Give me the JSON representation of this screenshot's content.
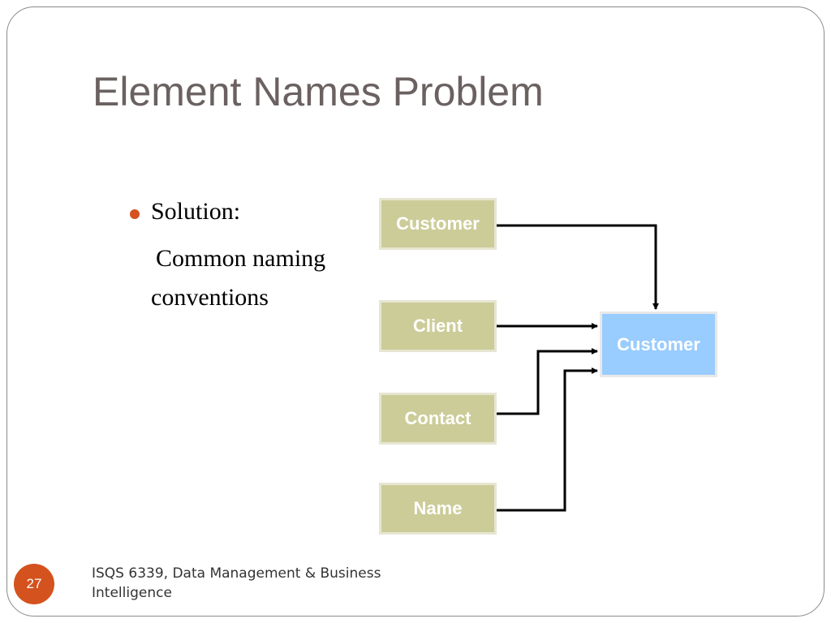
{
  "slide": {
    "title": "Element Names Problem",
    "bullet": {
      "label": "Solution:",
      "line1": "Common naming",
      "line2": "conventions"
    },
    "diagram": {
      "sources": [
        "Customer",
        "Client",
        "Contact",
        "Name"
      ],
      "target": "Customer"
    },
    "page_number": "27",
    "footer": "ISQS 6339, Data Management & Business Intelligence"
  },
  "colors": {
    "accent": "#d4521e",
    "title": "#6b6161",
    "source_box": "#cccc99",
    "target_box": "#99ccff"
  }
}
